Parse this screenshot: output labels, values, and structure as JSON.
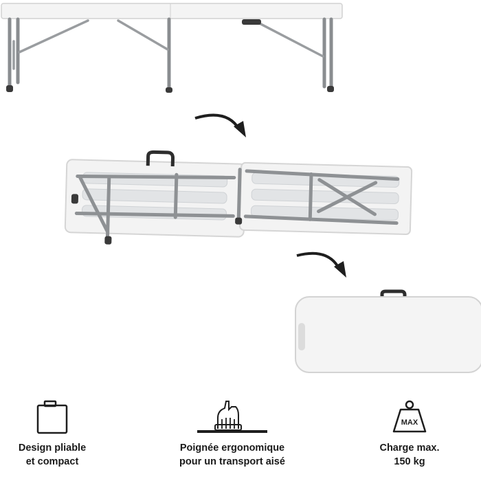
{
  "features": [
    {
      "icon": "folded-table-icon",
      "label": "Design pliable\net compact"
    },
    {
      "icon": "hand-handle-icon",
      "label": "Poignée ergonomique\npour un transport aisé"
    },
    {
      "icon": "weight-icon",
      "label": "Charge max.\n150 kg",
      "badge": "MAX"
    }
  ],
  "colors": {
    "table_top": "#f2f2f2",
    "frame": "#8c8f92",
    "text": "#1a1a1a"
  }
}
